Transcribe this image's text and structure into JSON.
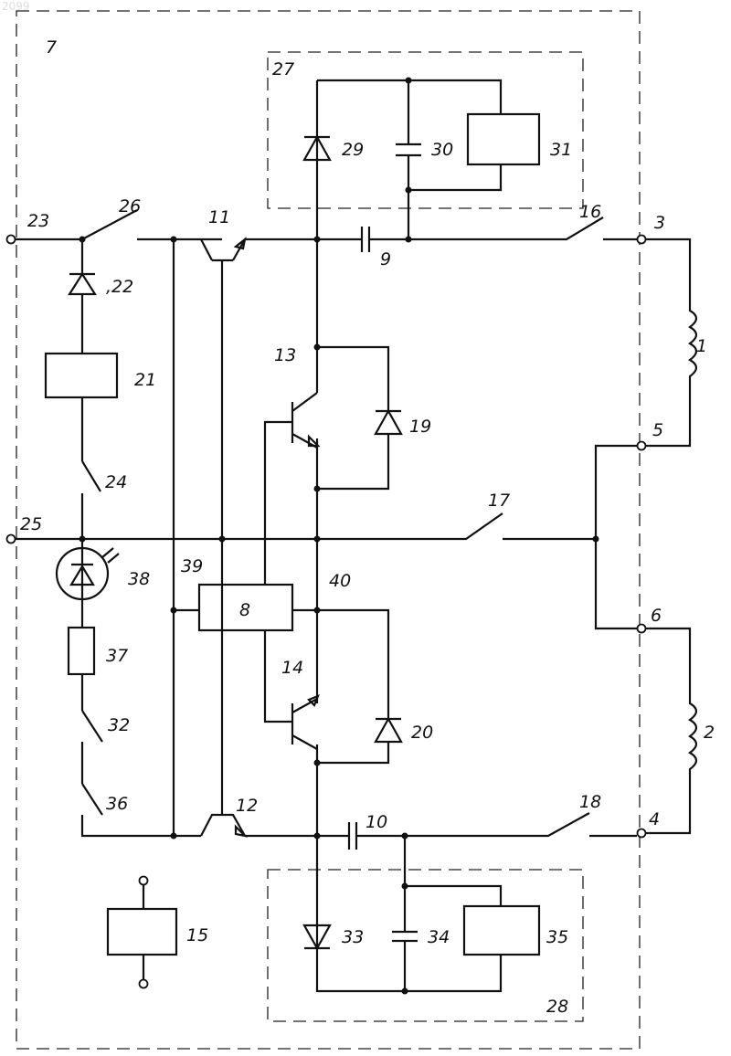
{
  "watermark": "2099",
  "labels": {
    "l1": "1",
    "l2": "2",
    "l3": "3",
    "l4": "4",
    "l5": "5",
    "l6": "6",
    "l7": "7",
    "l8": "8",
    "l9": "9",
    "l10": "10",
    "l11": "11",
    "l12": "12",
    "l13": "13",
    "l14": "14",
    "l15": "15",
    "l16": "16",
    "l17": "17",
    "l18": "18",
    "l19": "19",
    "l20": "20",
    "l21": "21",
    "l22": ",22",
    "l23": "23",
    "l24": "24",
    "l25": "25",
    "l26": "26",
    "l27": "27",
    "l28": "28",
    "l29": "29",
    "l30": "30",
    "l31": "31",
    "l32": "32",
    "l33": "33",
    "l34": "34",
    "l35": "35",
    "l36": "36",
    "l37": "37",
    "l38": "38",
    "l39": "39",
    "l40": "40"
  }
}
